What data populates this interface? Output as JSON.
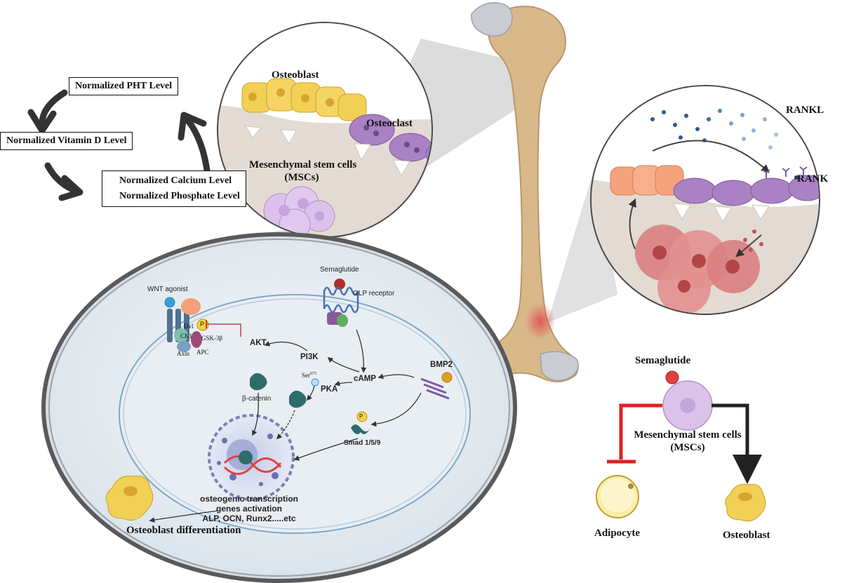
{
  "feedback_loop": {
    "pht": "Normalized PHT Level",
    "vitamin_d": "Normalized Vitamin D Level",
    "calcium": "Normalized Calcium Level",
    "phosphate": "Normalized Phosphate Level"
  },
  "bone_zoom": {
    "osteoblast": "Osteoblast",
    "osteoclast": "Osteoclast",
    "msc_line1": "Mesenchymal stem cells",
    "msc_line2": "(MSCs)"
  },
  "rank_zoom": {
    "rankl": "RANKL",
    "rank": "RANK"
  },
  "cell_pathway": {
    "semaglutide": "Semaglutide",
    "glp_receptor": "GLP receptor",
    "wnt_agonist": "WNT agonist",
    "dvl": "Dvl",
    "ck1": "CK1",
    "gsk": "GSK-3β",
    "axin": "Axin",
    "apc": "APC",
    "p": "P",
    "akt": "AKT",
    "pi3k": "PI3K",
    "ser": "Ser",
    "ser_sup": "675",
    "pka": "PKA",
    "camp": "cAMP",
    "bmp2": "BMP2",
    "beta_catenin": "β-catenin",
    "smad": "Smad 1/5/9",
    "transcription_1": "osteogenic transcription",
    "transcription_2": "genes activation",
    "transcription_3": "ALP, OCN, Runx2.....etc",
    "differentiation": "Osteoblast differentiation"
  },
  "msc_fate": {
    "semaglutide": "Semaglutide",
    "msc_line1": "Mesenchymal stem cells",
    "msc_line2": "(MSCs)",
    "adipocyte": "Adipocyte",
    "osteoblast": "Osteoblast"
  },
  "colors": {
    "bone": "#d9b98a",
    "bone_head": "#c9ccd2",
    "osteoblast": "#f2cf55",
    "osteoclast": "#a981c4",
    "msc": "#dcc2ea",
    "inhibit_red": "#e02020",
    "arrow_dark": "#333333"
  }
}
